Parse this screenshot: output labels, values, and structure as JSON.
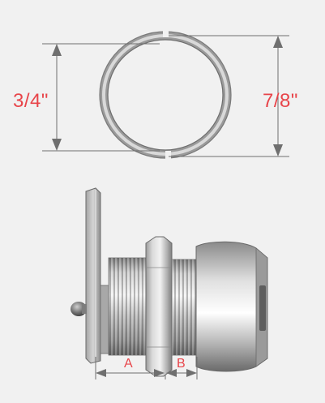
{
  "figure": {
    "colors": {
      "background": "#f1f1f1",
      "dimension_line": "#6f6f6f",
      "label_text": "#e8454a",
      "metal_light": "#e6e6e6",
      "metal_mid": "#a9a9a9",
      "metal_dark": "#5f5f5f"
    },
    "ring": {
      "inner_diameter_label": "3/4\"",
      "outer_diameter_label": "7/8\""
    },
    "lock": {
      "dimension_a_label": "A",
      "dimension_b_label": "B"
    },
    "icons": [
      "arrowhead-icon"
    ]
  }
}
